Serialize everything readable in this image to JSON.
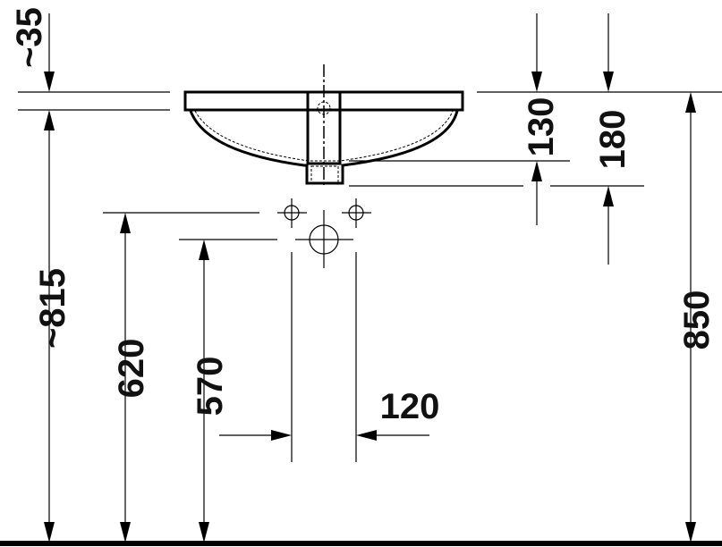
{
  "drawing": {
    "dimensions": {
      "rim_offset": "~35",
      "rim_height": "~815",
      "supply_height": "620",
      "drain_height": "570",
      "supply_spacing": "120",
      "basin_depth": "130",
      "outlet_depth": "180",
      "total_height": "850"
    }
  }
}
